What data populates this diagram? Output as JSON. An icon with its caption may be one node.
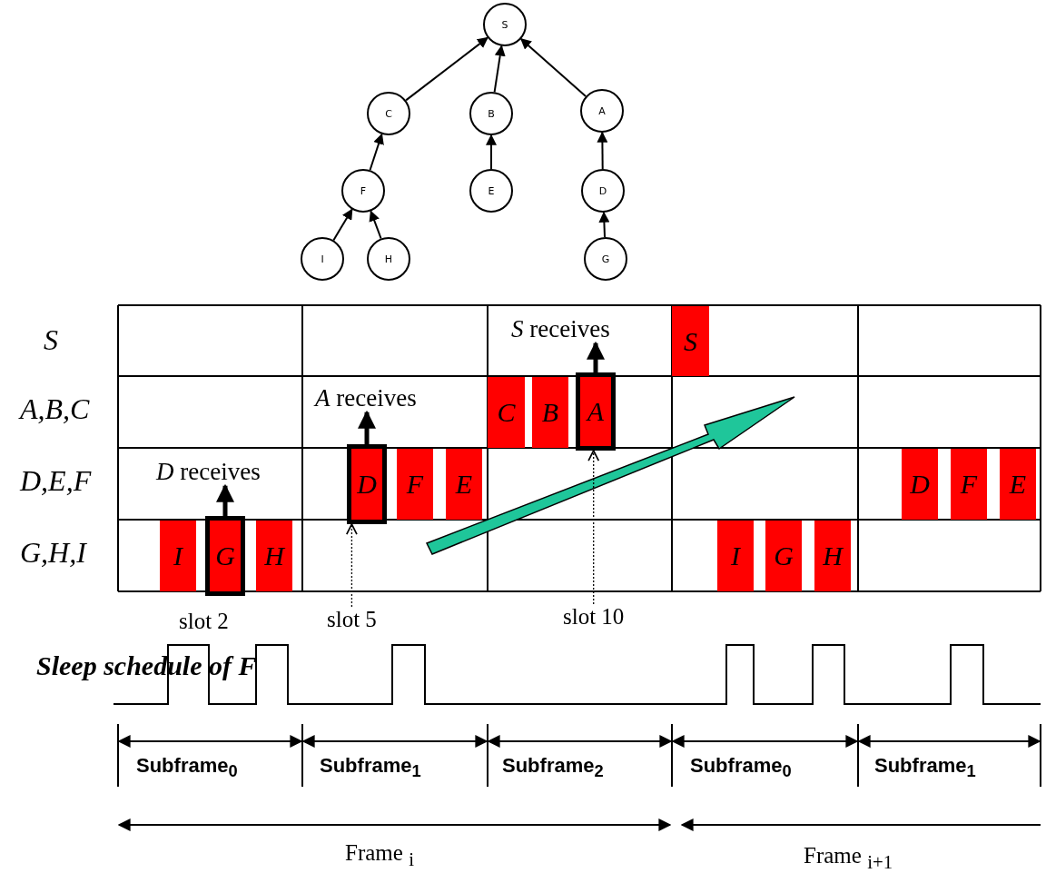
{
  "diagram": {
    "nodes": [
      {
        "text": [
          "S"
        ]
      },
      {
        "text": [
          "C"
        ]
      },
      {
        "text": [
          "B"
        ]
      },
      {
        "text": [
          "A"
        ]
      },
      {
        "text": [
          "F"
        ]
      },
      {
        "text": [
          "E"
        ]
      },
      {
        "text": [
          "D"
        ]
      },
      {
        "text": [
          "I"
        ]
      },
      {
        "text": [
          "H"
        ]
      },
      {
        "text": [
          "G"
        ]
      },
      {
        "text": [
          "*S* receives"
        ]
      },
      {
        "text": [
          "S"
        ]
      },
      {
        "text": [
          "*A* receives"
        ]
      },
      {
        "text": [
          "C"
        ]
      },
      {
        "text": [
          "B"
        ]
      },
      {
        "text": [
          "A"
        ]
      },
      {
        "text": [
          "*D* receives"
        ]
      },
      {
        "text": [
          "D"
        ]
      },
      {
        "text": [
          "F"
        ]
      },
      {
        "text": [
          "E"
        ]
      },
      {
        "text": [
          "D"
        ]
      },
      {
        "text": [
          "F"
        ]
      },
      {
        "text": [
          "E"
        ]
      },
      {
        "text": [
          "I"
        ]
      },
      {
        "text": [
          "G"
        ]
      },
      {
        "text": [
          "H"
        ]
      },
      {
        "text": [
          "I"
        ]
      },
      {
        "text": [
          "G"
        ]
      },
      {
        "text": [
          "H"
        ]
      },
      {
        "text": [
          "slot 5"
        ]
      },
      {
        "text": [
          "slot 10"
        ]
      }
    ],
    "edges": [
      {
        "from": 1,
        "to": 0,
        "arrow": "to"
      },
      {
        "from": 2,
        "to": 0,
        "arrow": "to"
      },
      {
        "from": 3,
        "to": 0,
        "arrow": "to"
      },
      {
        "from": 4,
        "to": 1,
        "arrow": "to"
      },
      {
        "from": 5,
        "to": 2,
        "arrow": "to"
      },
      {
        "from": 6,
        "to": 3,
        "arrow": "to"
      },
      {
        "from": 7,
        "to": 4,
        "arrow": "to"
      },
      {
        "from": 8,
        "to": 4,
        "arrow": "to"
      },
      {
        "from": 9,
        "to": 6,
        "arrow": "to"
      },
      {
        "from": 24,
        "to": 16,
        "arrow": "to",
        "style": "thick"
      },
      {
        "from": 17,
        "to": 12,
        "arrow": "to",
        "style": "thick"
      },
      {
        "from": 15,
        "to": 10,
        "arrow": "to",
        "style": "thick"
      },
      {
        "from": 29,
        "to": 17,
        "arrow": "to",
        "style": "dashed"
      },
      {
        "from": 30,
        "to": 15,
        "arrow": "to",
        "style": "dashed"
      }
    ],
    "labels": [
      "S",
      "A,B,C",
      "D,E,F",
      "G,H,I",
      "slot 2",
      "Sleep schedule of F",
      "Subframe$_{0}$",
      "Subframe$_{1}$",
      "Subframe$_{2}$",
      "Subframe$_{0}$",
      "Subframe$_{1}$",
      "Frame $_{i}$",
      "Frame $_{i+1}$"
    ]
  }
}
